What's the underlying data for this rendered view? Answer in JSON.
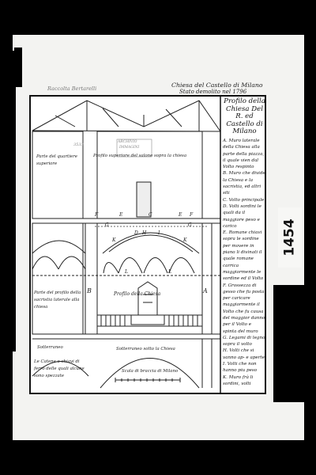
{
  "archive_label": "Raccolta Bertarelli",
  "catalog_number": "1454",
  "header_title_line1": "Chiesa del Castello di Milano",
  "header_title_line2": "Stato demolito nel 1796",
  "stamp": {
    "line1": "ARCHIVIO",
    "line2": "IMMAGINI",
    "number": "3533"
  },
  "labels": {
    "quartiere": "Parte del quartiere superiore",
    "profilo_salone": "Profilo superiore del salone sopra la chiesa",
    "sacristia": "Parte del profilo della sacristia laterale alla chiesa",
    "profilo_chiesa": "Profilo della Chiesa",
    "b": "B",
    "a": "A",
    "sotterraneo_left": "Sotterraneo",
    "sotterraneo_center": "Sotterraneo sotto la Chiesa",
    "note_left": "Le Catene o chiavi di ferro delle quali alcune sono spezzate",
    "scale": "Scala di braccia di Milano"
  },
  "letters": [
    "F",
    "E",
    "G",
    "C",
    "F",
    "E",
    "G",
    "D",
    "H",
    "I",
    "K",
    "K",
    "L",
    "L"
  ],
  "legend": {
    "title": "Profilo della Chiesa Del R. ed Castello di Milano",
    "items": [
      "A. Muro laterale della Chiesa alla parte della piazza, il quale vien dal Volto respinto",
      "B. Muro che divide la Chiesa e la sacristia, ed altri siti",
      "C. Volto principale",
      "D. Volti sordini le quali da il maggiore peso e carico",
      "E. Romane chiavi sopra le sordine per movere in piano li divinati il quale romane carrica maggiormente le sordine ed il Volto",
      "F. Grossezza di gesso che fu posta per caricare maggiormente il Volto che fu causa del maggior danno per il Volto e spinta del muro",
      "G. Legami di legno sopra il volto",
      "H. Volti che si vanno ap- e aperte",
      "I. Volti che non hanno piu peso",
      "K. Muro frà li sordini, volti"
    ]
  }
}
